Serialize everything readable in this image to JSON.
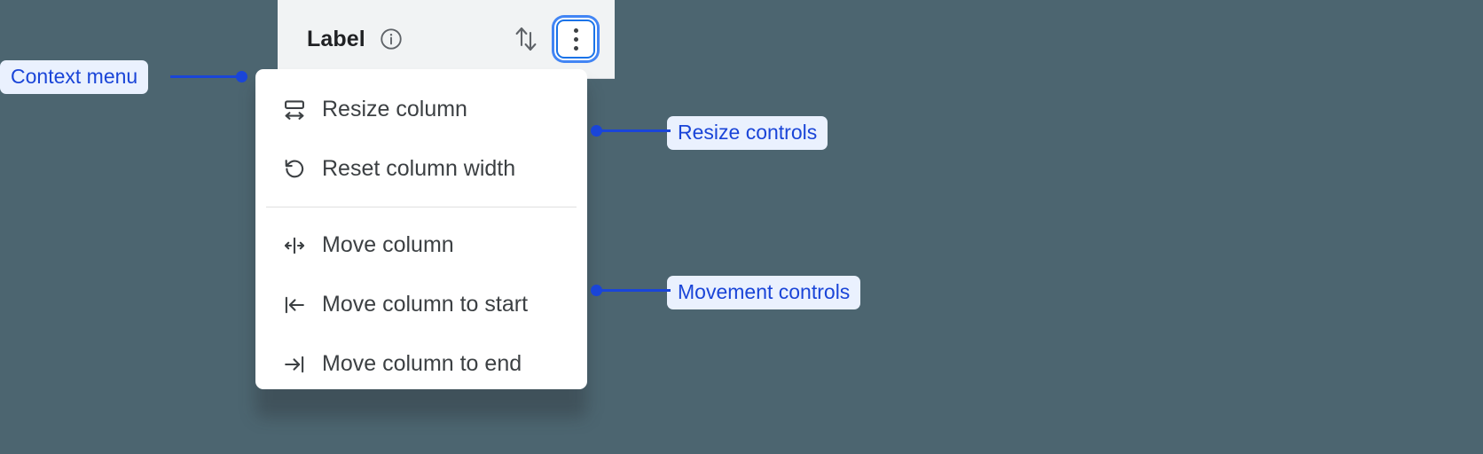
{
  "theme": {
    "background": "#4c6570",
    "menu_surface": "#ffffff",
    "header_surface": "#f1f3f4",
    "accent_blue": "#1a73e8",
    "focus_ring": "#4285f4",
    "annotation_text": "#1a45d8",
    "annotation_chip_bg": "#eaf1fe",
    "text_primary": "#202124",
    "text_secondary": "#3c4043",
    "divider": "#e0e0e0"
  },
  "column_header": {
    "title": "Label",
    "info_icon": "info-circle-icon",
    "sort_icon": "sort-up-down-arrows-icon",
    "overflow_button": {
      "icon": "more-vertical-kebab-icon",
      "focused": true
    }
  },
  "context_menu": {
    "groups": [
      {
        "name": "resize",
        "items": [
          {
            "icon": "resize-column-width-icon",
            "label": "Resize column"
          },
          {
            "icon": "reset-counterclockwise-arrow-icon",
            "label": "Reset column width"
          }
        ]
      },
      {
        "name": "movement",
        "items": [
          {
            "icon": "move-column-left-right-icon",
            "label": "Move column"
          },
          {
            "icon": "move-to-start-arrow-icon",
            "label": "Move column to start"
          },
          {
            "icon": "move-to-end-arrow-icon",
            "label": "Move column to end"
          }
        ]
      }
    ]
  },
  "annotations": [
    {
      "id": "context",
      "label": "Context menu"
    },
    {
      "id": "resize",
      "label": "Resize controls"
    },
    {
      "id": "movement",
      "label": "Movement controls"
    }
  ]
}
